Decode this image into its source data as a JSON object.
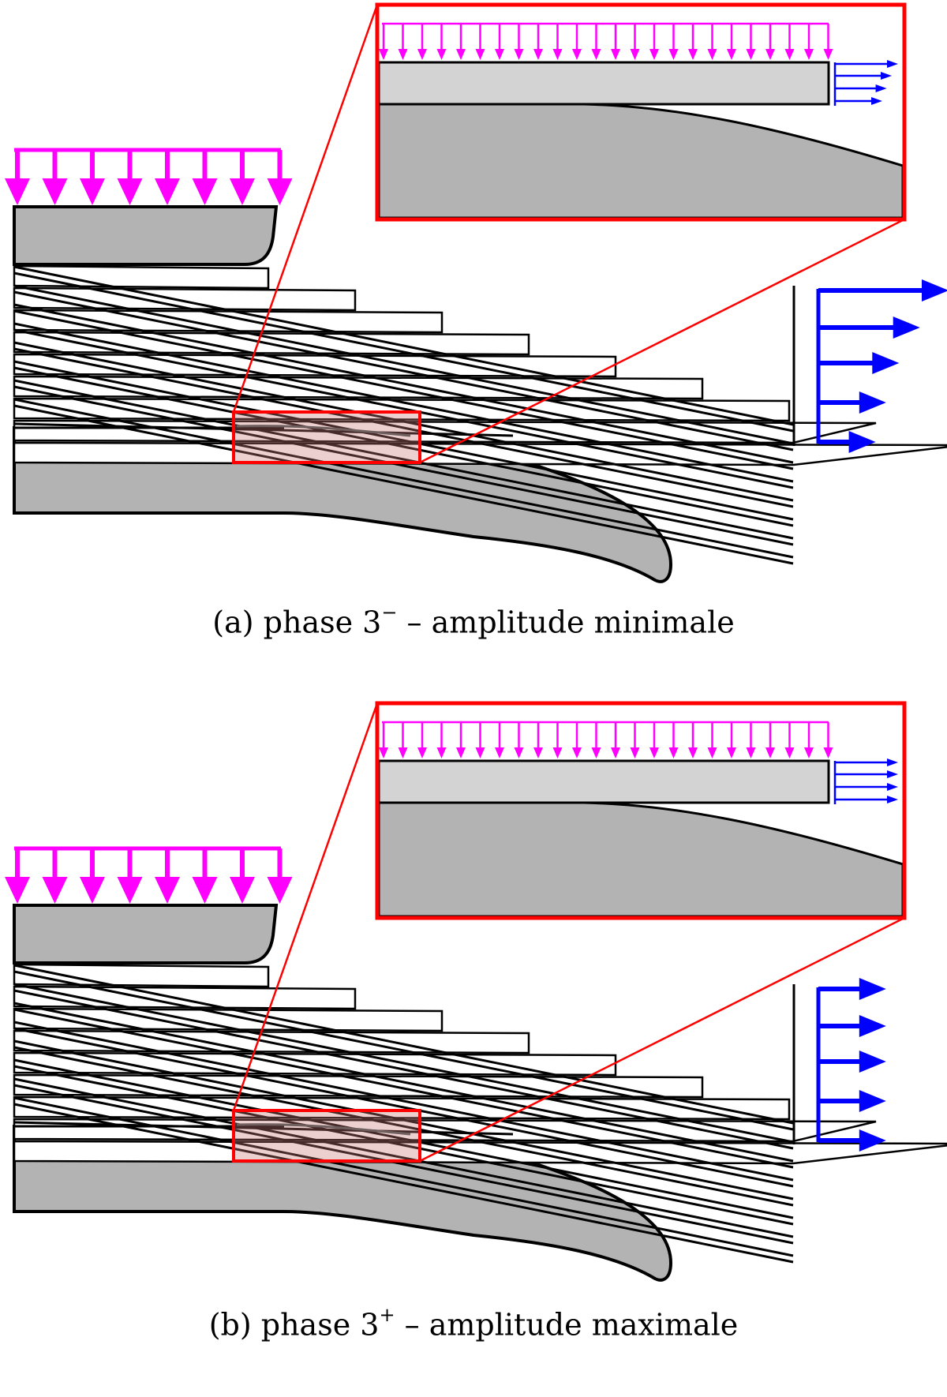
{
  "figure": {
    "panels": [
      {
        "id": "a",
        "caption_prefix": "(a) phase 3",
        "caption_sup": "−",
        "caption_suffix": " – amplitude minimale",
        "right_arrow_lengths": [
          1.0,
          0.78,
          0.62,
          0.52,
          0.44
        ],
        "inset_arrow_lengths": [
          1.0,
          0.9,
          0.82,
          0.75
        ]
      },
      {
        "id": "b",
        "caption_prefix": "(b) phase 3",
        "caption_sup": "+",
        "caption_suffix": " – amplitude maximale",
        "right_arrow_lengths": [
          0.52,
          0.52,
          0.52,
          0.52,
          0.52
        ],
        "inset_arrow_lengths": [
          1.0,
          1.0,
          1.0,
          1.0
        ]
      }
    ],
    "colors": {
      "pressure": "#ff00ff",
      "traction": "#0000ff",
      "zoom": "#ff0000",
      "solid": "#b3b3b3",
      "solid_light": "#d3d3d3",
      "outline": "#000000"
    }
  }
}
